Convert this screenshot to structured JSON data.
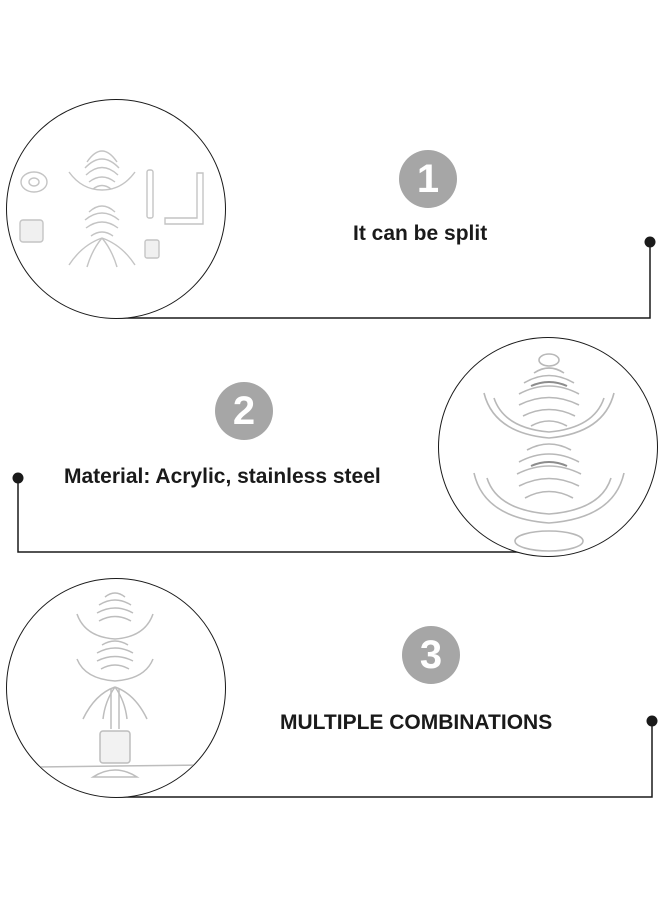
{
  "theme": {
    "line_color": "#1a1a1a",
    "badge_color": "#a6a6a6",
    "background": "#ffffff"
  },
  "sections": [
    {
      "number": "1",
      "caption": "It can be split",
      "image_icon": "disassembled-parts-icon"
    },
    {
      "number": "2",
      "caption": "Material: Acrylic, stainless steel",
      "image_icon": "spiral-cage-closeup-icon"
    },
    {
      "number": "3",
      "caption": "MULTIPLE COMBINATIONS",
      "image_icon": "assembled-stack-icon"
    }
  ]
}
